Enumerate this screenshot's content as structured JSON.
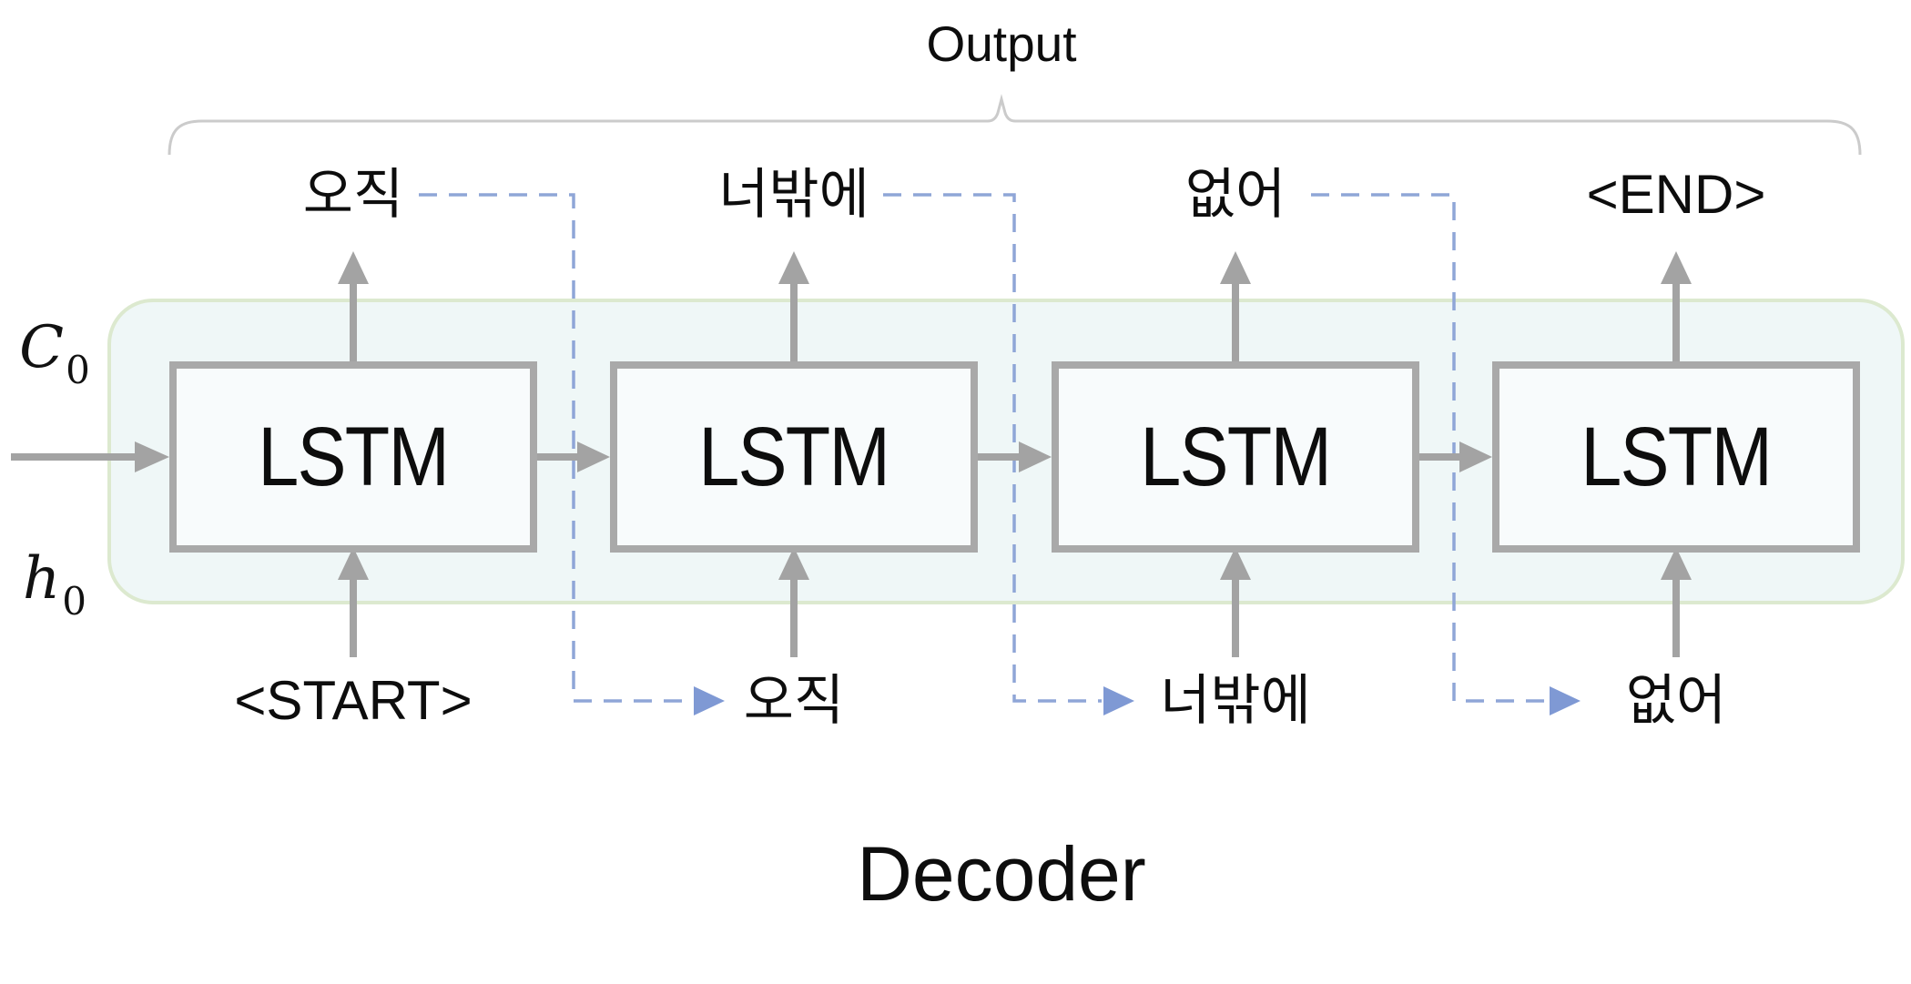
{
  "header": {
    "output_label": "Output"
  },
  "footer": {
    "decoder_label": "Decoder"
  },
  "initial_state": {
    "cell_symbol": "C",
    "cell_subscript": "0",
    "hidden_symbol": "h",
    "hidden_subscript": "0"
  },
  "cells": {
    "label": "LSTM",
    "count": 4
  },
  "steps": [
    {
      "input_token": "<START>",
      "output_token": "오직"
    },
    {
      "input_token": "오직",
      "output_token": "너밖에"
    },
    {
      "input_token": "너밖에",
      "output_token": "없어"
    },
    {
      "input_token": "없어",
      "output_token": "<END>"
    }
  ],
  "colors": {
    "container_fill": "#EFF7F7",
    "container_border": "#DCE9CF",
    "box_fill": "#F8FBFC",
    "box_border": "#A9A9A9",
    "arrow_gray": "#A3A3A3",
    "feedback_dash_blue": "#8FA6D7",
    "feedback_arrowhead_blue": "#7F99D4",
    "brace_gray": "#CBCBCB",
    "text": "#0D0D0D"
  }
}
